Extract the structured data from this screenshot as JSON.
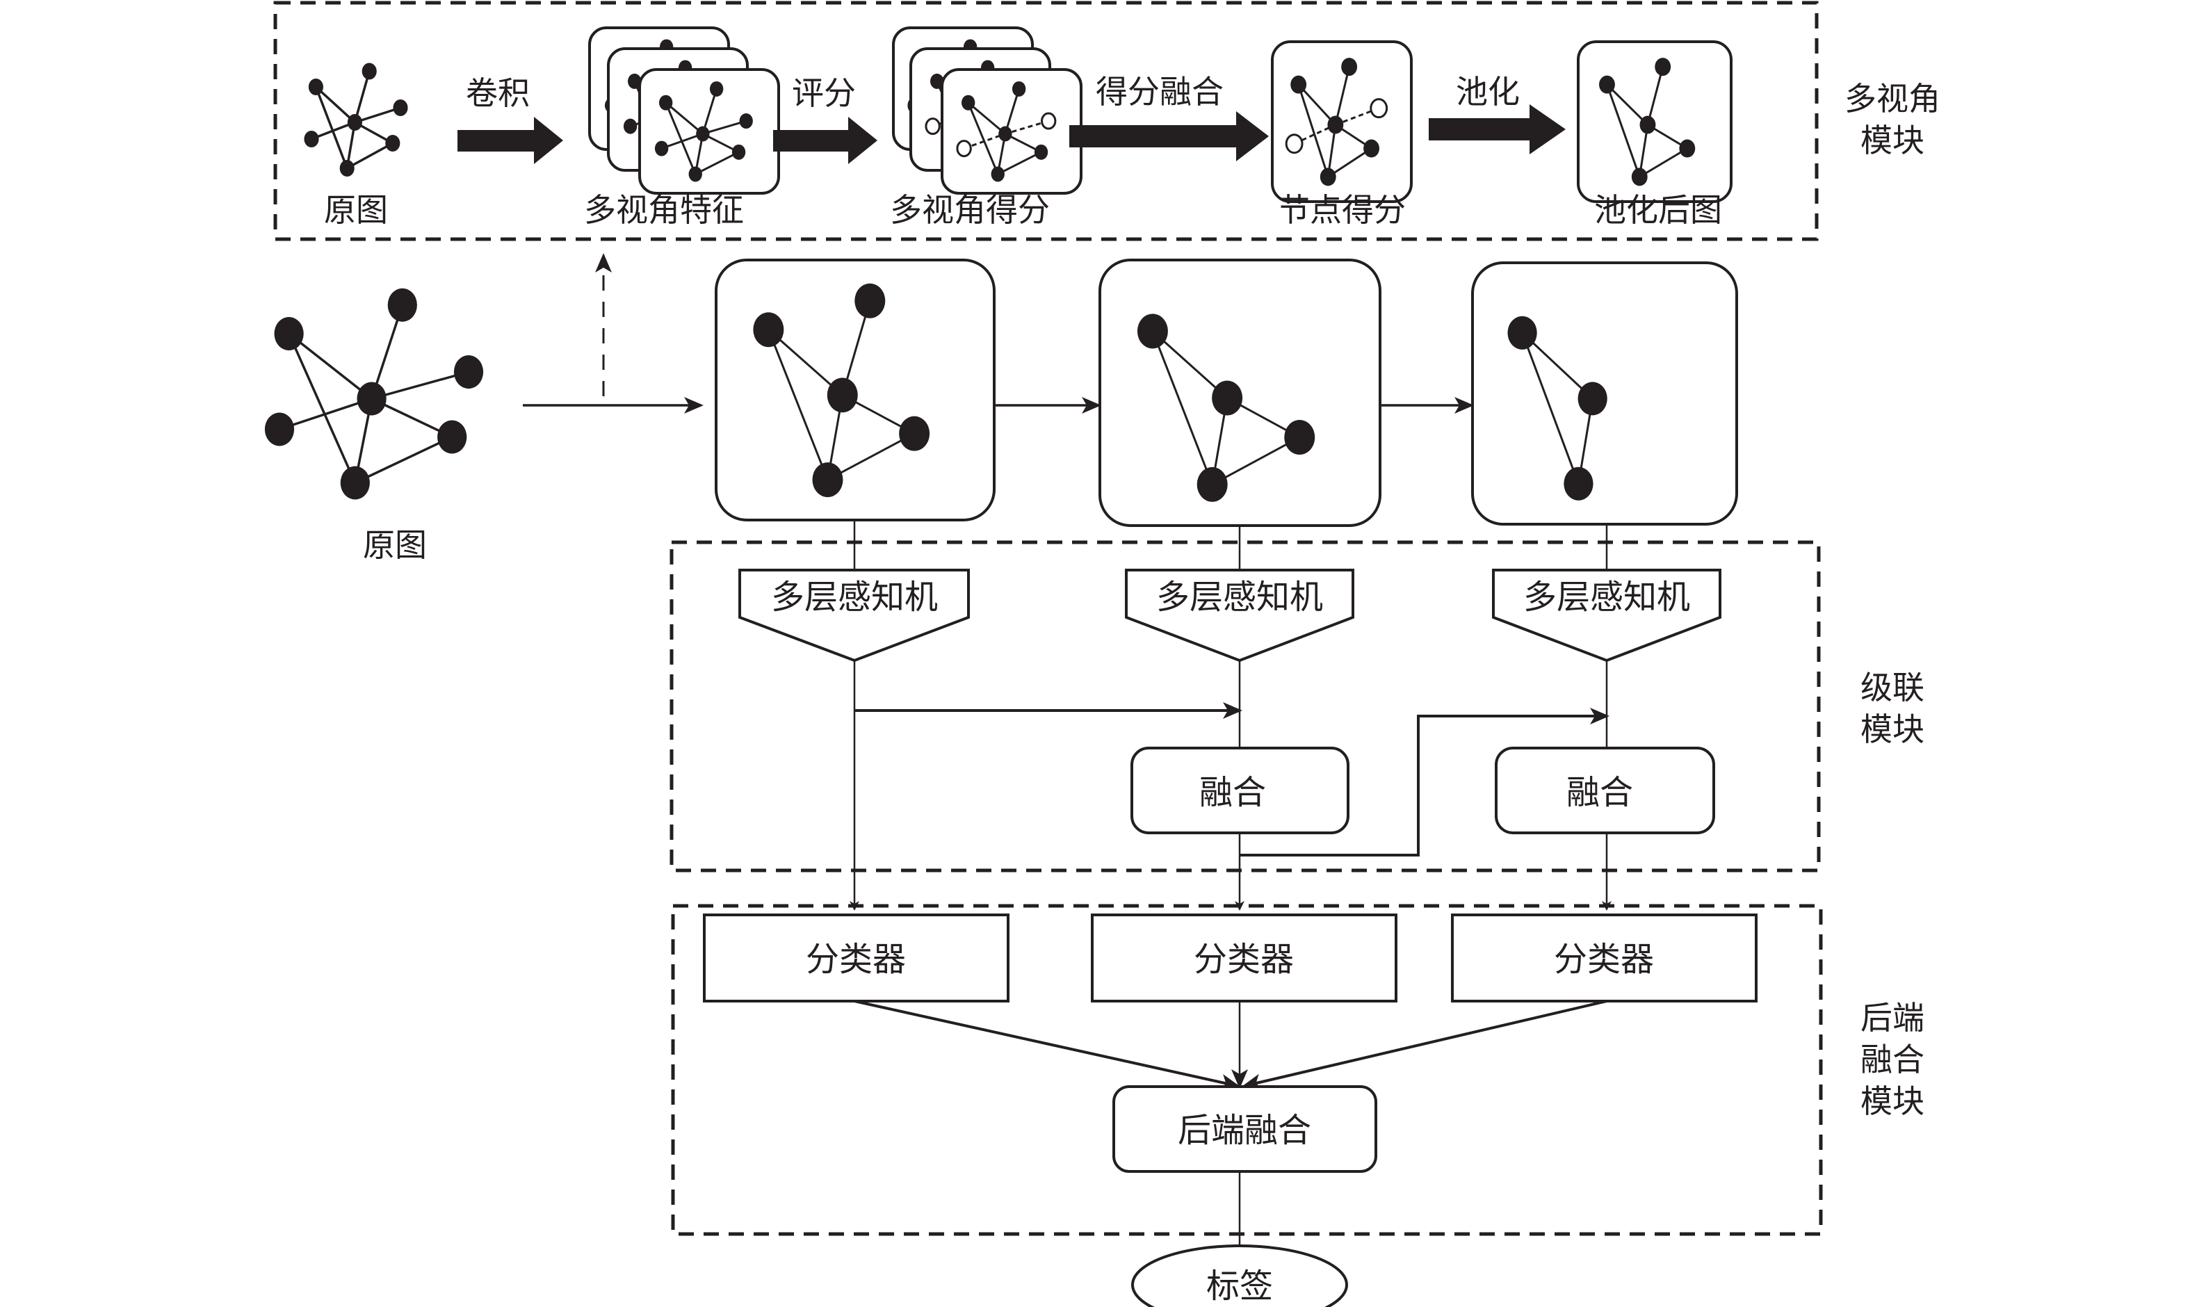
{
  "colors": {
    "ink": "#231f20",
    "background": "#ffffff"
  },
  "multi_view_module": {
    "label_line1": "多视角",
    "label_line2": "模块",
    "steps": [
      {
        "caption": "原图"
      },
      {
        "caption": "多视角特征"
      },
      {
        "caption": "多视角得分"
      },
      {
        "caption": "节点得分"
      },
      {
        "caption": "池化后图"
      }
    ],
    "arrows": [
      "卷积",
      "评分",
      "得分融合",
      "池化"
    ]
  },
  "input_graph": {
    "caption": "原图"
  },
  "cascade_module": {
    "label_line1": "级联",
    "label_line2": "模块",
    "mlp_label": "多层感知机",
    "fusion_label": "融合"
  },
  "backend_module": {
    "label_line1": "后端",
    "label_line2": "融合",
    "label_line3": "模块",
    "classifier_label": "分类器",
    "backend_fusion_label": "后端融合"
  },
  "output": {
    "label": "标签"
  }
}
